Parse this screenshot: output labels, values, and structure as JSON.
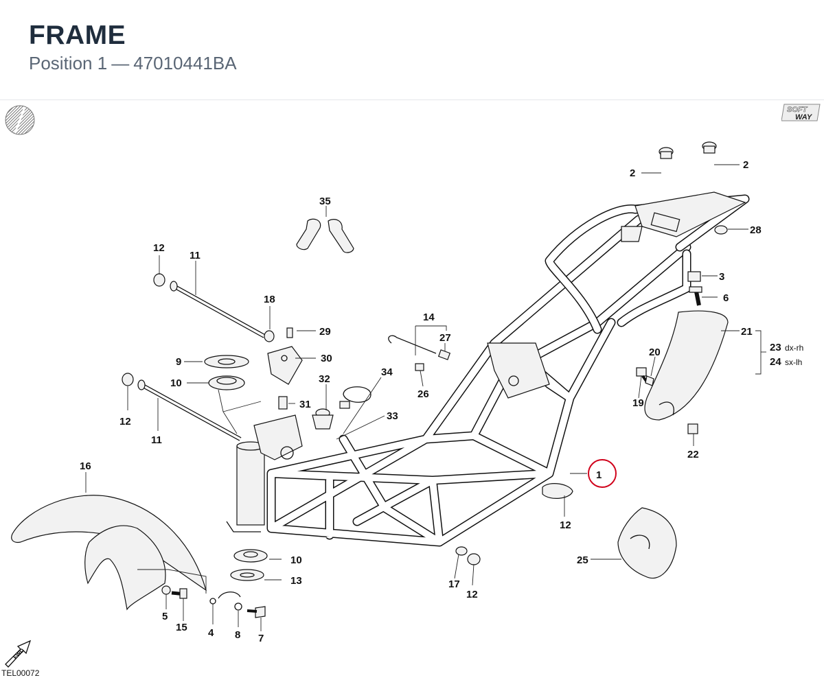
{
  "header": {
    "title": "FRAME",
    "position_label": "Position 1",
    "separator": "—",
    "part_number": "47010441BA"
  },
  "logo": {
    "brand_text": "SOFT WAY",
    "icon": "softway-logo-icon"
  },
  "badge_icon": "hatched-circle-icon",
  "fwd_icon": "fwd-arrow-icon",
  "diagram_code": "TEL00072",
  "highlight_color": "#d0021b",
  "callouts": {
    "c1": "1",
    "c2a": "2",
    "c2b": "2",
    "c3": "3",
    "c4": "4",
    "c5": "5",
    "c6": "6",
    "c7": "7",
    "c8": "8",
    "c9": "9",
    "c10a": "10",
    "c10b": "10",
    "c11a": "11",
    "c11b": "11",
    "c12a": "12",
    "c12b": "12",
    "c12c": "12",
    "c12d": "12",
    "c13": "13",
    "c14": "14",
    "c15": "15",
    "c16": "16",
    "c17": "17",
    "c18": "18",
    "c19": "19",
    "c20": "20",
    "c21": "21",
    "c22": "22",
    "c23": "23",
    "c23_note": "dx-rh",
    "c24": "24",
    "c24_note": "sx-lh",
    "c25": "25",
    "c26": "26",
    "c27": "27",
    "c28": "28",
    "c29": "29",
    "c30": "30",
    "c31": "31",
    "c32": "32",
    "c33": "33",
    "c34": "34",
    "c35": "35"
  }
}
